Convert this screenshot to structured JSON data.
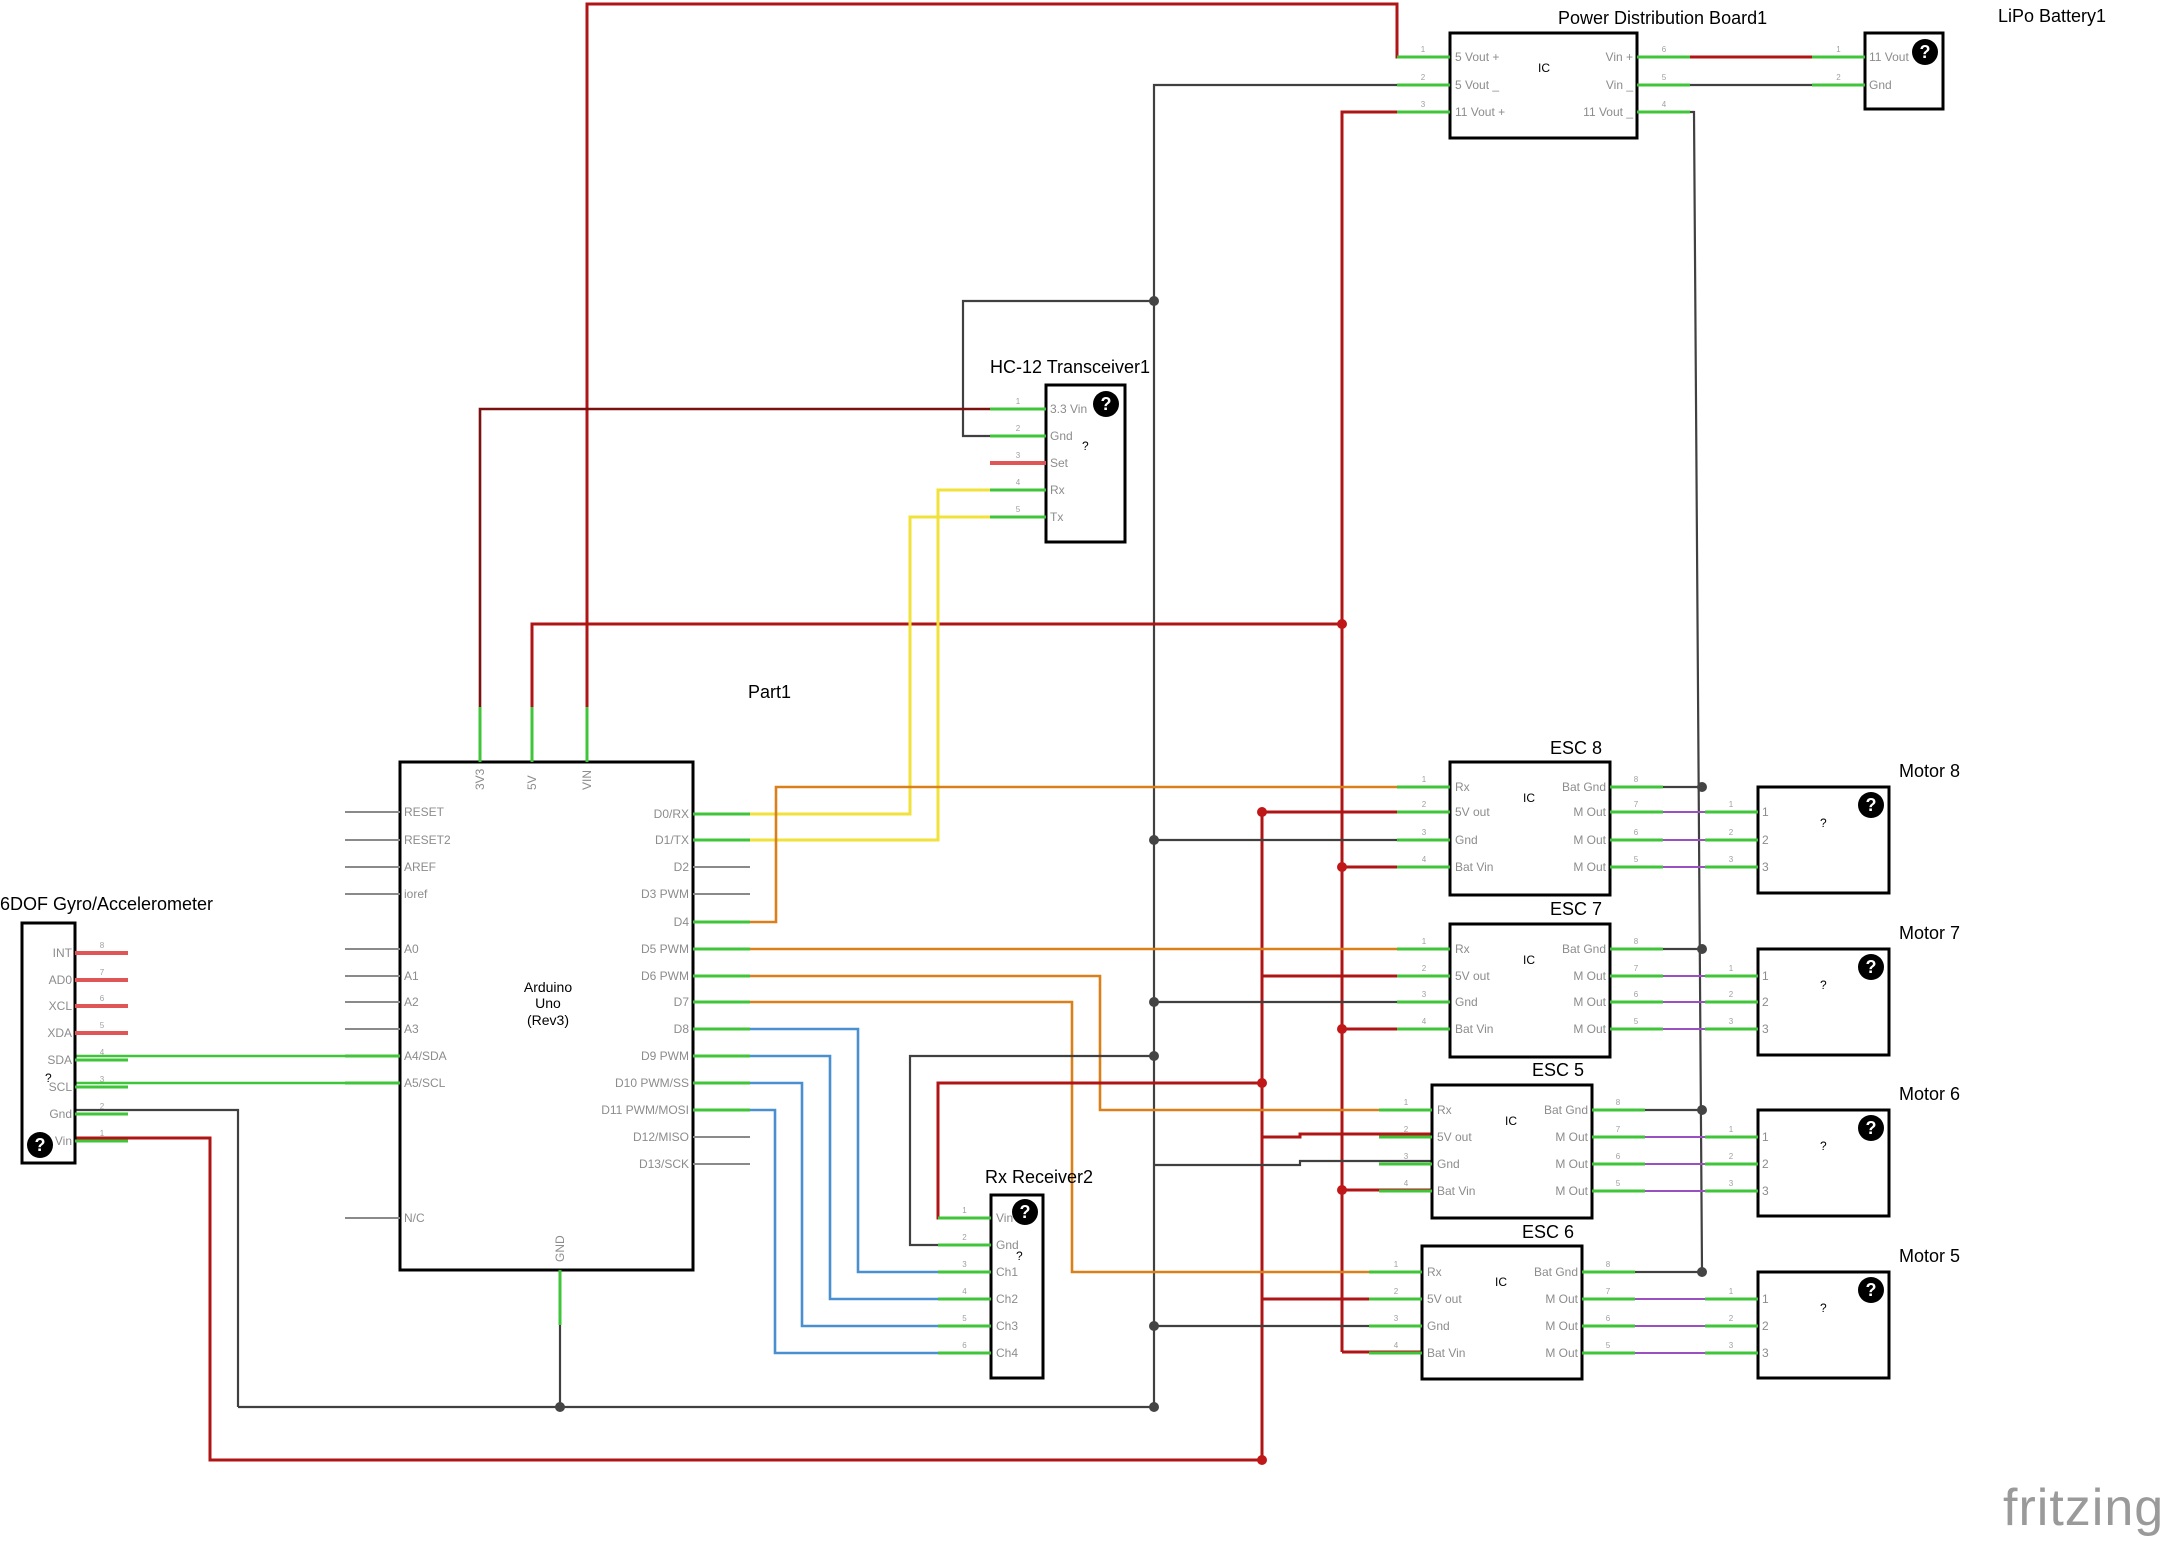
{
  "logo": "fritzing",
  "unknown_icon_glyph": "?",
  "arduino": {
    "title": "Part1",
    "name_lines": [
      "Arduino",
      "Uno",
      "(Rev3)"
    ],
    "left_pins": [
      "RESET",
      "RESET2",
      "AREF",
      "ioref",
      "A0",
      "A1",
      "A2",
      "A3",
      "A4/SDA",
      "A5/SCL",
      "N/C"
    ],
    "right_pins": [
      "D0/RX",
      "D1/TX",
      "D2",
      "D3 PWM",
      "D4",
      "D5 PWM",
      "D6 PWM",
      "D7",
      "D8",
      "D9 PWM",
      "D10 PWM/SS",
      "D11 PWM/MOSI",
      "D12/MISO",
      "D13/SCK"
    ],
    "top_pins": [
      "3V3",
      "5V",
      "VIN"
    ],
    "bottom_pin": "GND"
  },
  "gyro": {
    "title": "6DOF Gyro/Accelerometer",
    "pins": [
      "INT",
      "AD0",
      "XCL",
      "XDA",
      "SDA",
      "SCL",
      "Gnd",
      "Vin"
    ],
    "pin_numbers": [
      "8",
      "7",
      "6",
      "5",
      "4",
      "3",
      "2",
      "1"
    ]
  },
  "hc12": {
    "title": "HC-12 Transceiver1",
    "pins": [
      "3.3 Vin",
      "Gnd",
      "Set",
      "Rx",
      "Tx"
    ],
    "pin_numbers": [
      "1",
      "2",
      "3",
      "4",
      "5"
    ]
  },
  "rx": {
    "title": "Rx Receiver2",
    "pins": [
      "Vin",
      "Gnd",
      "Ch1",
      "Ch2",
      "Ch3",
      "Ch4"
    ],
    "pin_numbers": [
      "1",
      "2",
      "3",
      "4",
      "5",
      "6"
    ]
  },
  "pdb": {
    "title": "Power Distribution Board1",
    "center": "IC",
    "left_pins": [
      "5 Vout +",
      "5 Vout _",
      "11 Vout +"
    ],
    "left_numbers": [
      "1",
      "2",
      "3"
    ],
    "right_pins": [
      "Vin +",
      "Vin _",
      "11 Vout _"
    ],
    "right_numbers": [
      "6",
      "5",
      "4"
    ]
  },
  "battery": {
    "title": "LiPo Battery1",
    "pins": [
      "11 Vout",
      "Gnd"
    ],
    "pin_numbers": [
      "1",
      "2"
    ]
  },
  "escs": [
    {
      "title": "ESC 8",
      "center": "IC",
      "left_pins": [
        "Rx",
        "5V out",
        "Gnd",
        "Bat Vin"
      ],
      "right_pins": [
        "Bat Gnd",
        "M Out",
        "M Out",
        "M Out"
      ]
    },
    {
      "title": "ESC 7",
      "center": "IC",
      "left_pins": [
        "Rx",
        "5V out",
        "Gnd",
        "Bat Vin"
      ],
      "right_pins": [
        "Bat Gnd",
        "M Out",
        "M Out",
        "M Out"
      ]
    },
    {
      "title": "ESC 5",
      "center": "IC",
      "left_pins": [
        "Rx",
        "5V out",
        "Gnd",
        "Bat Vin"
      ],
      "right_pins": [
        "Bat Gnd",
        "M Out",
        "M Out",
        "M Out"
      ]
    },
    {
      "title": "ESC 6",
      "center": "IC",
      "left_pins": [
        "Rx",
        "5V out",
        "Gnd",
        "Bat Vin"
      ],
      "right_pins": [
        "Bat Gnd",
        "M Out",
        "M Out",
        "M Out"
      ]
    }
  ],
  "esc_left_numbers": [
    "1",
    "2",
    "3",
    "4"
  ],
  "esc_right_numbers": [
    "8",
    "7",
    "6",
    "5"
  ],
  "motors": [
    {
      "title": "Motor 8",
      "pins": [
        "1",
        "2",
        "3"
      ]
    },
    {
      "title": "Motor 7",
      "pins": [
        "1",
        "2",
        "3"
      ]
    },
    {
      "title": "Motor 6",
      "pins": [
        "1",
        "2",
        "3"
      ]
    },
    {
      "title": "Motor 5",
      "pins": [
        "1",
        "2",
        "3"
      ]
    }
  ]
}
